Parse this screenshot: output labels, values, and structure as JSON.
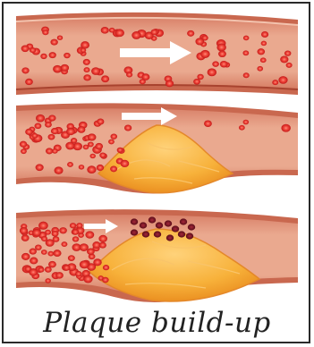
{
  "caption": "Plaque build-up",
  "colors": {
    "frame": "#2a2a2a",
    "vessel_wall": "#d98a6e",
    "vessel_wall_dark": "#b0513e",
    "vessel_lumen": "#e9a48a",
    "blood_cell": "#e02828",
    "blood_cell_center": "#ff6a5e",
    "clot_cell": "#6d1220",
    "plaque": "#f2a32a",
    "plaque_light": "#ffd27a",
    "arrow": "#ffffff",
    "caption": "#222222"
  },
  "panels": [
    {
      "name": "healthy-artery",
      "stage": 1
    },
    {
      "name": "partial-plaque-artery",
      "stage": 2
    },
    {
      "name": "blocked-artery-with-clot",
      "stage": 3
    }
  ]
}
